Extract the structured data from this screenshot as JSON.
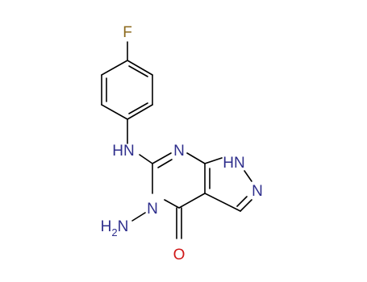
{
  "molecule": {
    "atom_labels": {
      "fluorine": "F",
      "anilino_nh": "HN",
      "pyrimidine_n": "N",
      "pyrazole_nh": "HN",
      "pyrazole_n": "N",
      "amino_n": "N",
      "amino_nh2": "H2N",
      "carbonyl_o": "O"
    },
    "colors": {
      "bond": "#000000",
      "nitrogen": "#2e2e8c",
      "fluorine": "#8c6a1e",
      "oxygen": "#d01818"
    }
  }
}
